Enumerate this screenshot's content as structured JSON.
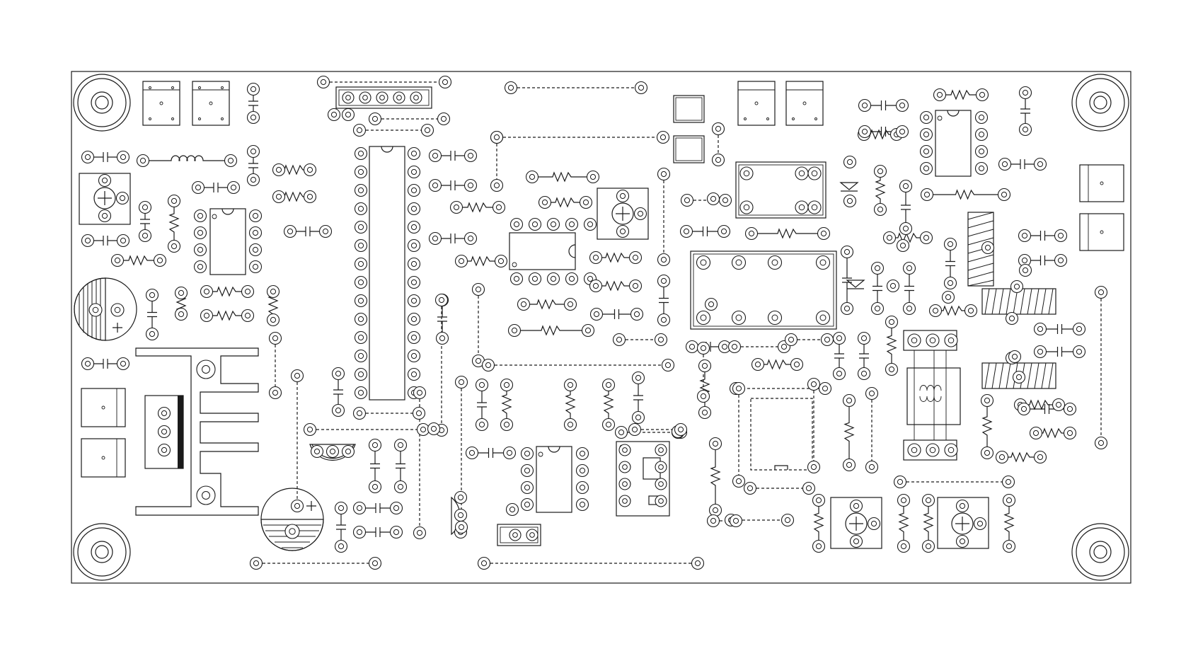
{
  "diagram": {
    "description_visible_text": [],
    "colors": {
      "stroke": "#1a1a1a",
      "background": "#ffffff"
    },
    "components": {
      "mounting_holes": 4,
      "dip_28_ic": 1,
      "dip_8_ics": 3,
      "dip_14_ic": 1,
      "relays": 2,
      "trimmers": 4,
      "electrolytic_caps": 2,
      "voltage_regulator": 1,
      "pin_header_5": 1,
      "pin_header_2": 1,
      "transformer": 1,
      "ferrite_inductors": 3,
      "crystal": 1,
      "soic_adapter": 1,
      "terminal_blocks": 8
    }
  }
}
